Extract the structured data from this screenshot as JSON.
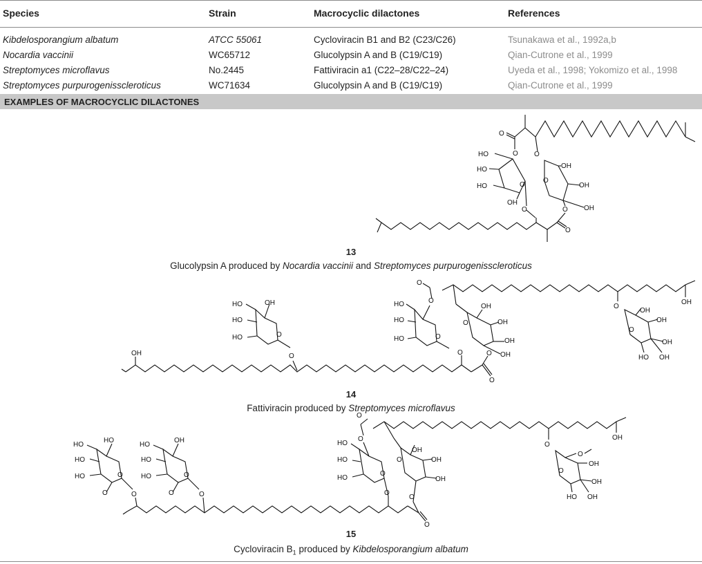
{
  "table": {
    "headers": [
      "Species",
      "Strain",
      "Macrocyclic dilactones",
      "References"
    ],
    "rows": [
      [
        "Kibdelosporangium albatum",
        "ATCC 55061",
        "Cycloviracin B1 and B2 (C23/C26)",
        "Tsunakawa et al., 1992a,b"
      ],
      [
        "Nocardia vaccinii",
        "WC65712",
        "Glucolypsin A and B (C19/C19)",
        "Qian-Cutrone et al., 1999"
      ],
      [
        "Streptomyces microflavus",
        "No.2445",
        "Fattiviracin a1 (C22–28/C22–24)",
        "Uyeda et al., 1998; Yokomizo et al., 1998"
      ],
      [
        "Streptomyces purpurogenisscleroticus",
        "WC71634",
        "Glucolypsin A and B (C19/C19)",
        "Qian-Cutrone et al., 1999"
      ]
    ],
    "section_heading": "EXAMPLES OF MACROCYCLIC DILACTONES"
  },
  "figures": [
    {
      "number": "13",
      "caption_prefix": "Glucolypsin A produced by ",
      "caption_species1": "Nocardia vaccinii",
      "caption_and": " and ",
      "caption_species2": "Streptomyces purpurogenisscleroticus"
    },
    {
      "number": "14",
      "caption_prefix": "Fattiviracin produced by ",
      "caption_species1": "Streptomyces microflavus"
    },
    {
      "number": "15",
      "caption_prefix": "Cycloviracin B",
      "caption_sub": "1",
      "caption_mid": " produced by ",
      "caption_species1": "Kibdelosporangium albatum"
    }
  ],
  "atom_labels": {
    "hydroxyl": "OH",
    "hydroxyl_left": "HO",
    "oxygen": "O"
  }
}
